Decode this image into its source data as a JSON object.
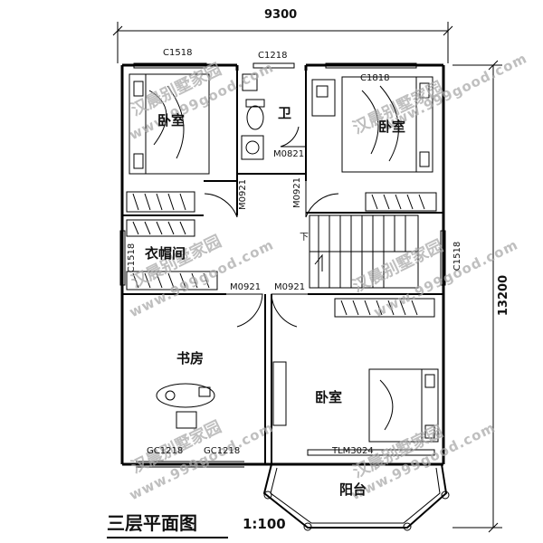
{
  "dimensions": {
    "width": "9300",
    "height": "13200"
  },
  "rooms": {
    "bedroom_nw": "卧室",
    "bathroom": "卫",
    "bedroom_ne": "卧室",
    "closet": "衣帽间",
    "study": "书房",
    "bedroom_se": "卧室",
    "balcony": "阳台"
  },
  "codes": {
    "c1518_top": "C1518",
    "c1218_top": "C1218",
    "c1818": "C1818",
    "m0821": "M0821",
    "m0921_left": "M0921",
    "m0921_right": "M0921",
    "c1518_left": "C1518",
    "c1518_right": "C1518",
    "m0921_study": "M0921",
    "m0921_bed": "M0921",
    "gc1218_a": "GC1218",
    "gc1218_b": "GC1218",
    "tlm3024": "TLM3024",
    "stair_down": "下"
  },
  "title": {
    "text": "三层平面图",
    "scale": "1:100"
  },
  "watermark": {
    "site": "www.999good.com",
    "brand": "汉晨别墅家园"
  }
}
